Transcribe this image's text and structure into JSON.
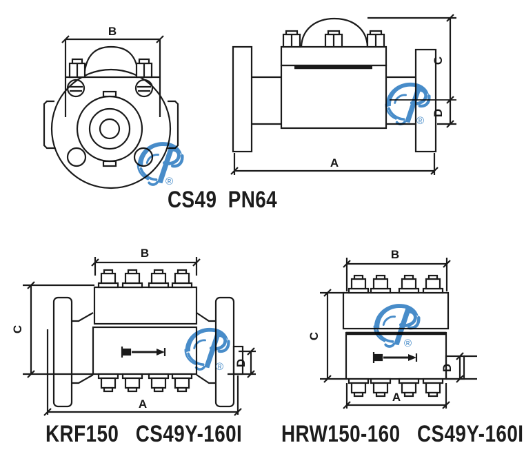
{
  "colors": {
    "background": "#ffffff",
    "line": "#1a1a1a",
    "logo_blue": "#3e86c6"
  },
  "captions": {
    "top_model": "CS49  PN64",
    "bottom_left_model": "KRF150   CS49Y-160I",
    "bottom_right_model": "HRW150-160   CS49Y-160I"
  },
  "views": {
    "front": {
      "dims": {
        "b": "B"
      }
    },
    "side": {
      "dims": {
        "a": "A",
        "c": "C",
        "d": "D"
      }
    },
    "krf": {
      "dims": {
        "a": "A",
        "b": "B",
        "c": "C",
        "d": "D"
      }
    },
    "hrw": {
      "dims": {
        "a": "A",
        "b": "B",
        "c": "C",
        "d": "D"
      }
    }
  },
  "logo": {
    "registered_mark": "®"
  }
}
